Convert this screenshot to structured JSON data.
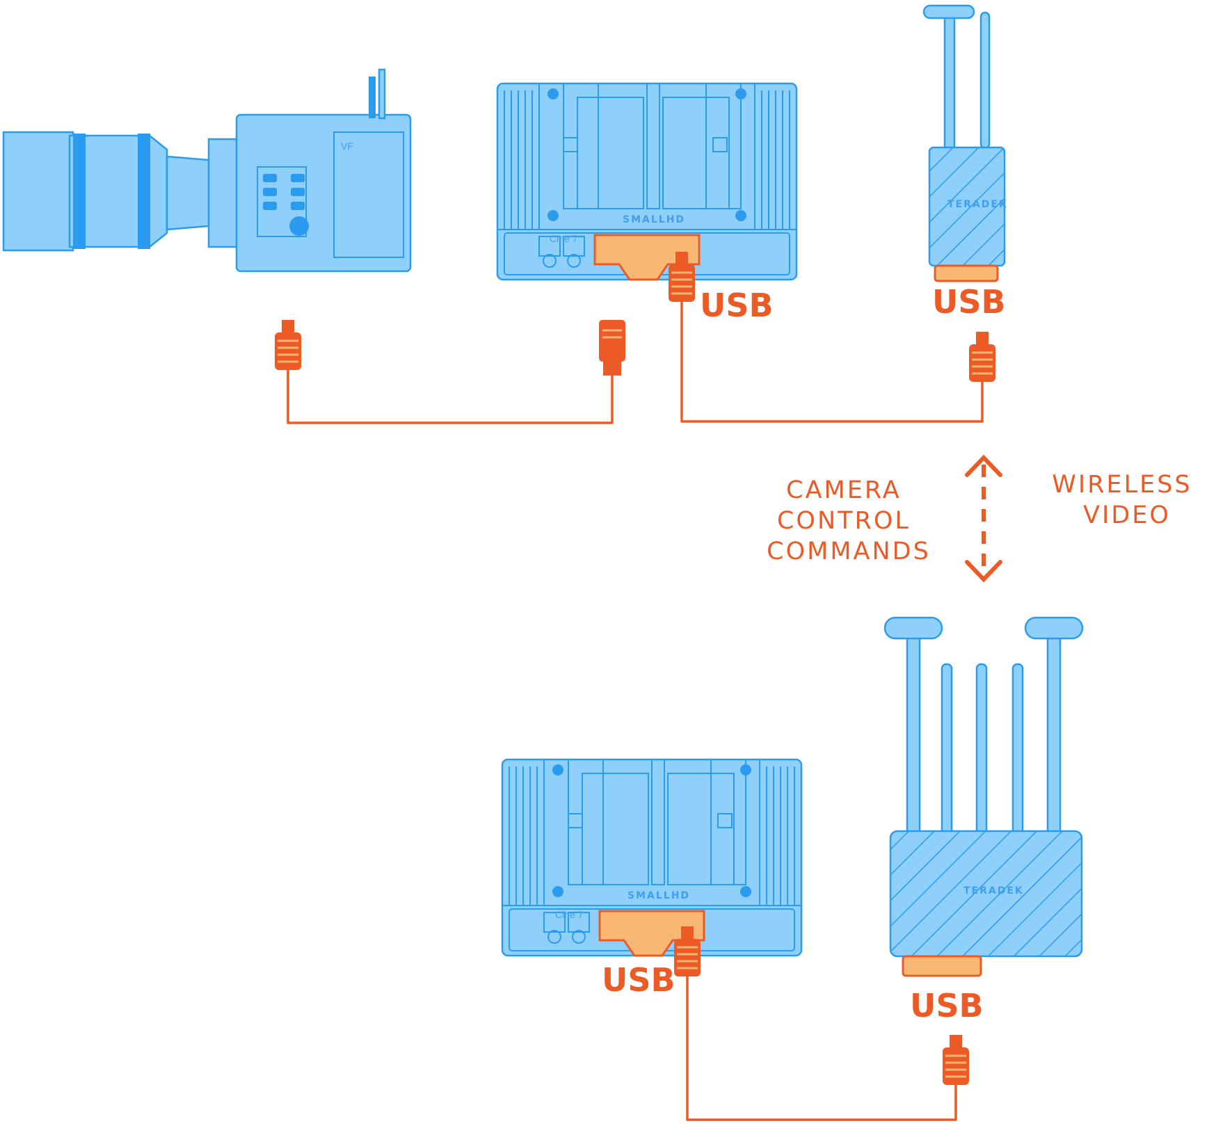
{
  "labels": {
    "usb_monitor_top": "USB",
    "usb_transmitter": "USB",
    "usb_monitor_bottom": "USB",
    "usb_receiver": "USB",
    "camera_control": [
      "CAMERA",
      "CONTROL",
      "COMMANDS"
    ],
    "wireless_video": [
      "WIRELESS",
      "VIDEO"
    ]
  },
  "devices": {
    "monitor_brand": "SMALLHD",
    "monitor_model": "Cine 7",
    "wireless_brand": "TERADEK",
    "camera_vf": "VF"
  },
  "colors": {
    "device_fill": "#8fd0fa",
    "device_stroke": "#2b9bf0",
    "cable": "#ec5a26",
    "port_fill": "#f9b774"
  },
  "icons": {
    "camera": "cinema-camera-icon",
    "monitor": "monitor-icon",
    "transmitter": "wireless-transmitter-icon",
    "receiver": "wireless-receiver-icon",
    "arrow": "bidirectional-arrow-icon"
  }
}
